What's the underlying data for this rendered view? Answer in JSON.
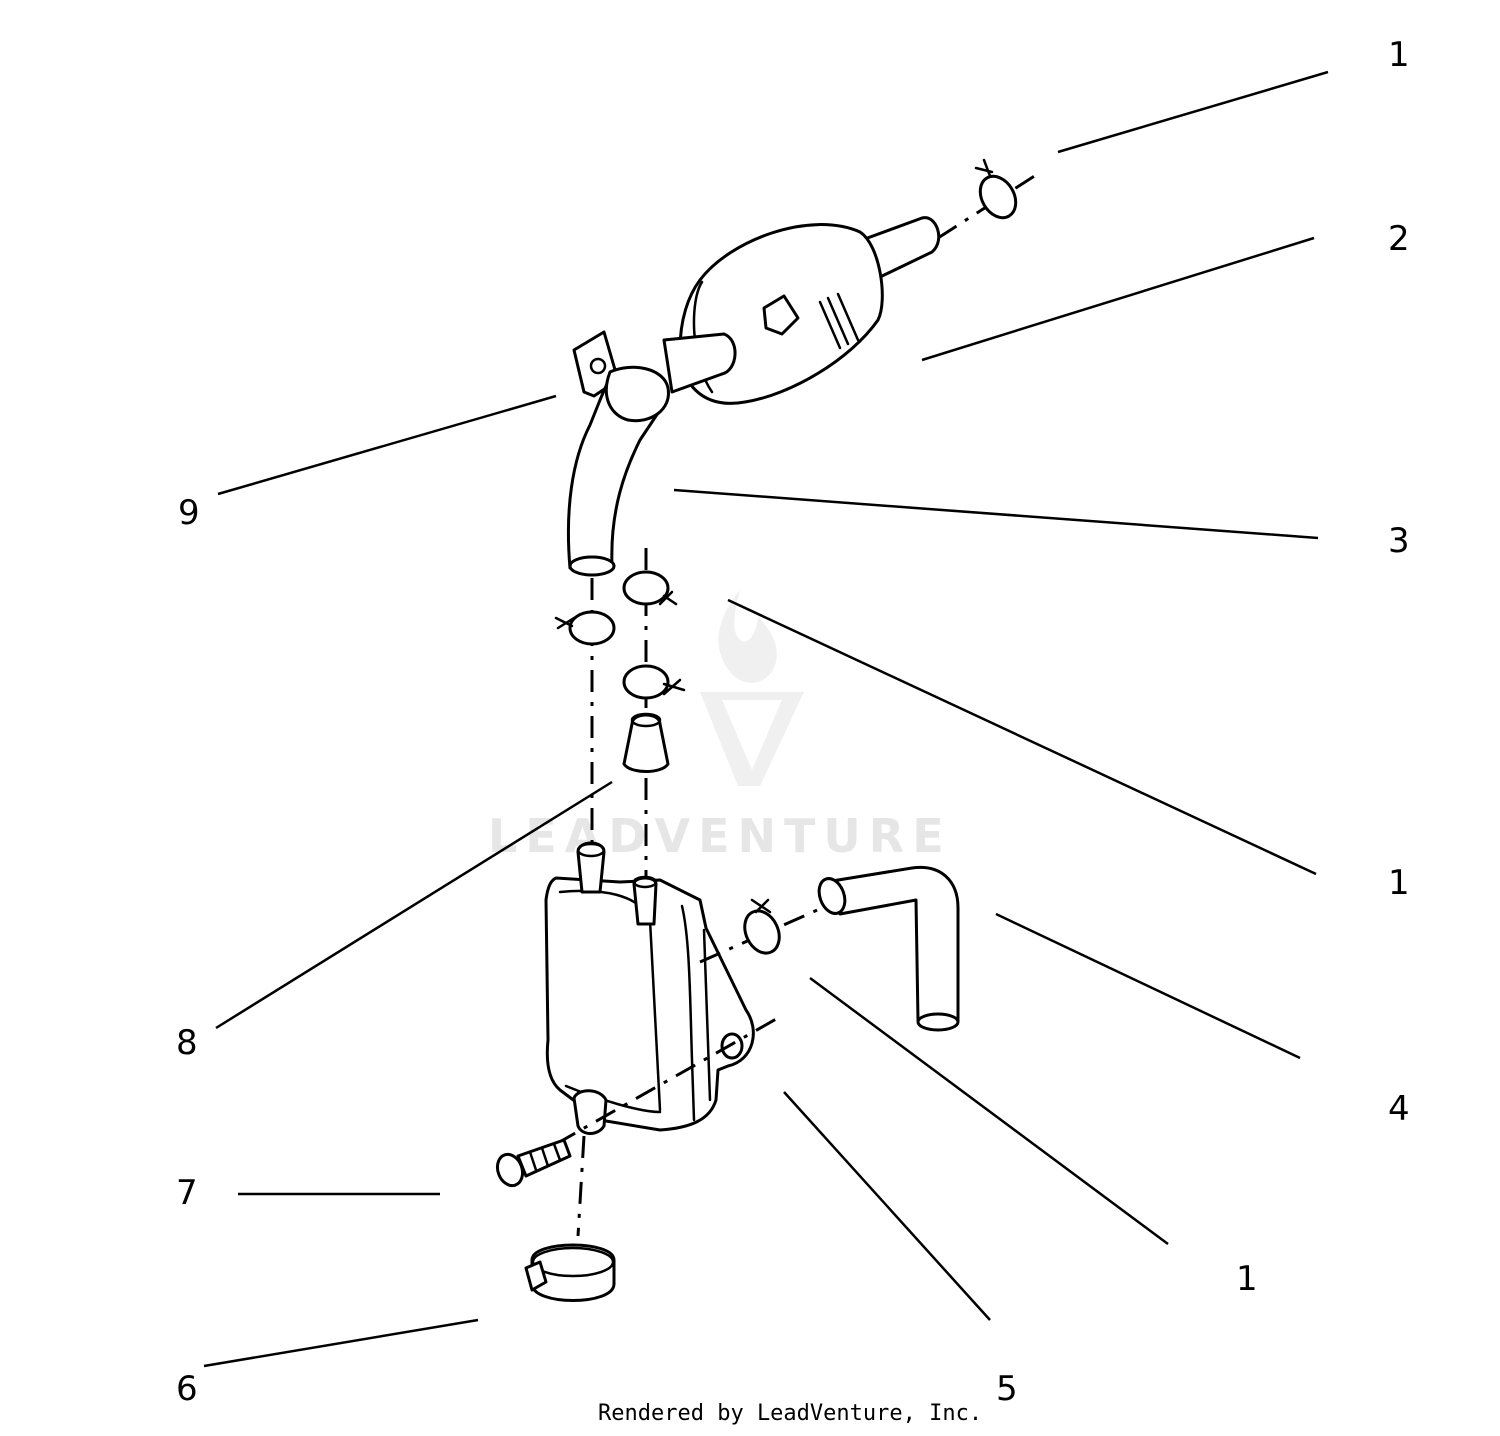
{
  "callouts": [
    {
      "id": "c1a",
      "label": "1"
    },
    {
      "id": "c2",
      "label": "2"
    },
    {
      "id": "c3",
      "label": "3"
    },
    {
      "id": "c1b",
      "label": "1"
    },
    {
      "id": "c4",
      "label": "4"
    },
    {
      "id": "c1c",
      "label": "1"
    },
    {
      "id": "c5",
      "label": "5"
    },
    {
      "id": "c6",
      "label": "6"
    },
    {
      "id": "c7",
      "label": "7"
    },
    {
      "id": "c8",
      "label": "8"
    },
    {
      "id": "c9",
      "label": "9"
    }
  ],
  "watermark": "LEADVENTURE",
  "footer": "Rendered by LeadVenture, Inc."
}
